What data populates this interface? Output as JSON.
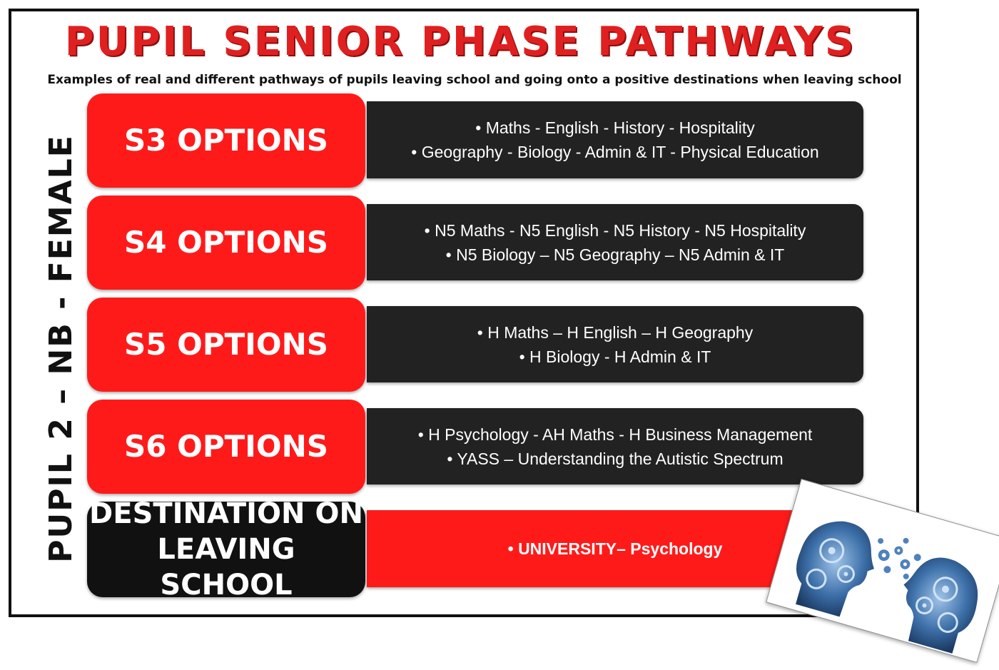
{
  "title": "PUPIL SENIOR PHASE PATHWAYS",
  "subtitle": "Examples of real and different pathways of pupils leaving school and going onto a positive destinations when leaving school",
  "side_label": "PUPIL 2 – NB - FEMALE",
  "rows": [
    {
      "label": "S3 OPTIONS",
      "lines": [
        "• Maths  -  English  -  History -  Hospitality",
        "• Geography -  Biology -  Admin & IT -  Physical Education"
      ]
    },
    {
      "label": "S4 OPTIONS",
      "lines": [
        "• N5 Maths - N5 English - N5 History - N5 Hospitality",
        "• N5 Biology – N5 Geography – N5 Admin & IT"
      ]
    },
    {
      "label": "S5 OPTIONS",
      "lines": [
        "• H Maths – H English – H Geography",
        "• H Biology  -  H Admin & IT"
      ]
    },
    {
      "label": "S6 OPTIONS",
      "lines": [
        "• H Psychology - AH Maths  -  H Business Management",
        "• YASS – Understanding the Autistic Spectrum"
      ]
    }
  ],
  "destination": {
    "label_line1": "DESTINATION ON",
    "label_line2": "LEAVING SCHOOL",
    "text": "• UNIVERSITY– Psychology"
  },
  "illustration": {
    "icon": "gear-heads-icon"
  },
  "colors": {
    "accent_red": "#ff1a1a",
    "title_red": "#e02020",
    "dark_box": "#222222",
    "black": "#111111"
  }
}
